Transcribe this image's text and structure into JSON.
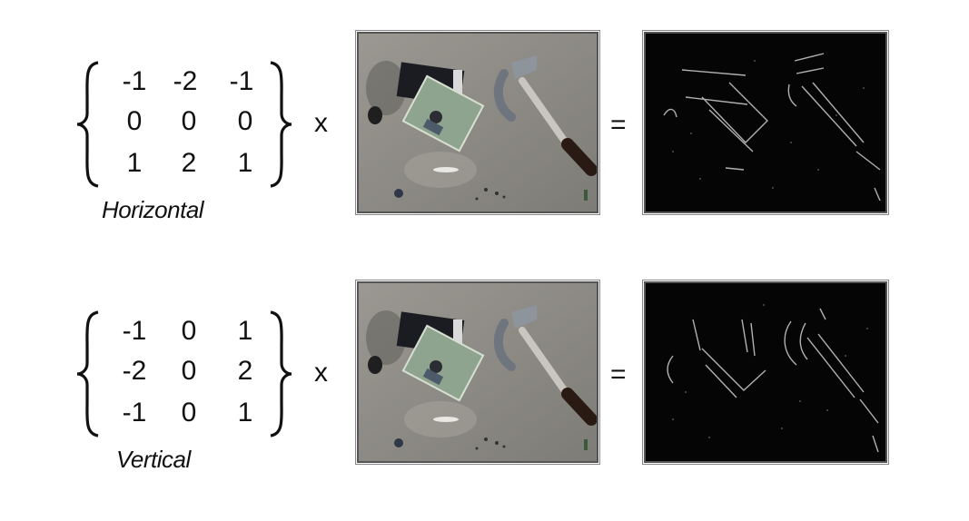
{
  "rows": [
    {
      "label": "Horizontal",
      "matrix": [
        [
          "-1",
          "-2",
          "-1"
        ],
        [
          "0",
          "0",
          "0"
        ],
        [
          "1",
          "2",
          "1"
        ]
      ],
      "operator": "x",
      "equals": "="
    },
    {
      "label": "Vertical",
      "matrix": [
        [
          "-1",
          "0",
          "1"
        ],
        [
          "-2",
          "0",
          "2"
        ],
        [
          "-1",
          "0",
          "1"
        ]
      ],
      "operator": "x",
      "equals": "="
    }
  ]
}
